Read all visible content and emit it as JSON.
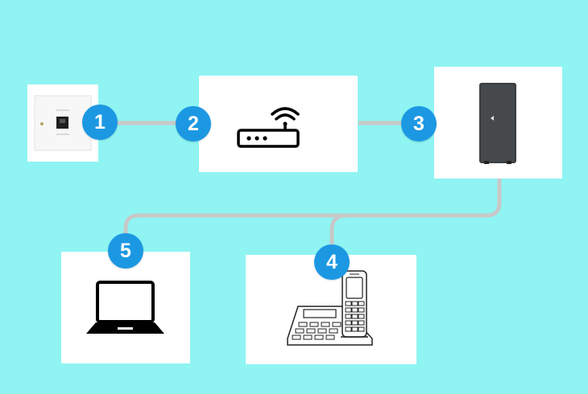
{
  "steps": [
    {
      "number": "1",
      "device": "wall-socket"
    },
    {
      "number": "2",
      "device": "modem-router"
    },
    {
      "number": "3",
      "device": "smart-modem"
    },
    {
      "number": "4",
      "device": "cordless-phone"
    },
    {
      "number": "5",
      "device": "laptop"
    }
  ],
  "colors": {
    "background": "#8ff4f2",
    "badge": "#1c98e3",
    "cable": "#c8c8c8",
    "card": "#ffffff"
  }
}
